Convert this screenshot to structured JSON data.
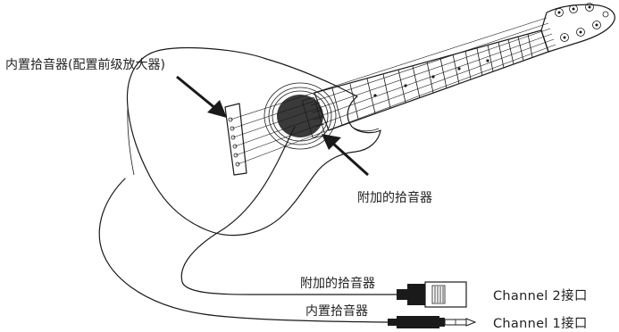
{
  "labels": {
    "built_in_pickup_full": "内置拾音器(配置前级放大器)",
    "added_pickup_body": "附加的拾音器",
    "added_pickup_cable": "附加的拾音器",
    "built_in_pickup_cable": "内置拾音器",
    "channel_2": "Channel 2接口",
    "channel_1": "Channel 1接口"
  },
  "colors": {
    "line": "#1a1a1a",
    "soundhole_pickup": "#3a3a3a",
    "background": "#ffffff"
  }
}
